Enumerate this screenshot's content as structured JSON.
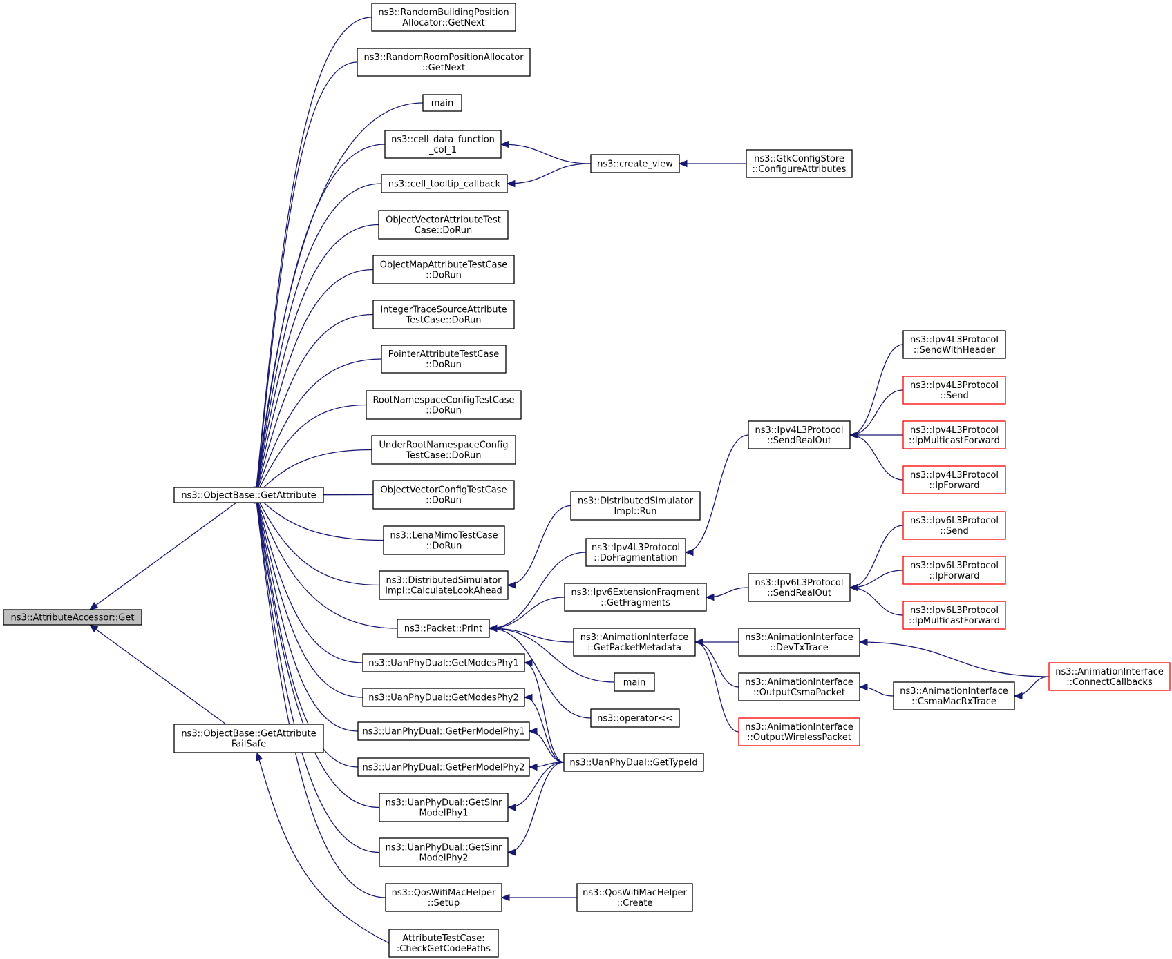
{
  "colors": {
    "edge": "#191970",
    "root_fill": "#bfbfbf",
    "node_border": "#000000",
    "truncated_border": "#ff0000"
  },
  "nodes": [
    {
      "id": "root",
      "lines": [
        "ns3::AttributeAccessor::Get"
      ],
      "style": "root"
    },
    {
      "id": "getattr",
      "lines": [
        "ns3::ObjectBase::GetAttribute"
      ]
    },
    {
      "id": "getattrfs",
      "lines": [
        "ns3::ObjectBase::GetAttribute",
        "FailSafe"
      ]
    },
    {
      "id": "rbpa",
      "lines": [
        "ns3::RandomBuildingPosition",
        "Allocator::GetNext"
      ]
    },
    {
      "id": "rrpa",
      "lines": [
        "ns3::RandomRoomPositionAllocator",
        "::GetNext"
      ]
    },
    {
      "id": "main1",
      "lines": [
        "main"
      ]
    },
    {
      "id": "celldata",
      "lines": [
        "ns3::cell_data_function",
        "_col_1"
      ]
    },
    {
      "id": "celltip",
      "lines": [
        "ns3::cell_tooltip_callback"
      ]
    },
    {
      "id": "createview",
      "lines": [
        "ns3::create_view"
      ]
    },
    {
      "id": "gtk",
      "lines": [
        "ns3::GtkConfigStore",
        "::ConfigureAttributes"
      ]
    },
    {
      "id": "ovat",
      "lines": [
        "ObjectVectorAttributeTest",
        "Case::DoRun"
      ]
    },
    {
      "id": "omat",
      "lines": [
        "ObjectMapAttributeTestCase",
        "::DoRun"
      ]
    },
    {
      "id": "itsat",
      "lines": [
        "IntegerTraceSourceAttribute",
        "TestCase::DoRun"
      ]
    },
    {
      "id": "patc",
      "lines": [
        "PointerAttributeTestCase",
        "::DoRun"
      ]
    },
    {
      "id": "rnct",
      "lines": [
        "RootNamespaceConfigTestCase",
        "::DoRun"
      ]
    },
    {
      "id": "urnc",
      "lines": [
        "UnderRootNamespaceConfig",
        "TestCase::DoRun"
      ]
    },
    {
      "id": "ovct",
      "lines": [
        "ObjectVectorConfigTestCase",
        "::DoRun"
      ]
    },
    {
      "id": "lena",
      "lines": [
        "ns3::LenaMimoTestCase",
        "::DoRun"
      ]
    },
    {
      "id": "dscla",
      "lines": [
        "ns3::DistributedSimulator",
        "Impl::CalculateLookAhead"
      ]
    },
    {
      "id": "dsrun",
      "lines": [
        "ns3::DistributedSimulator",
        "Impl::Run"
      ]
    },
    {
      "id": "print",
      "lines": [
        "ns3::Packet::Print"
      ]
    },
    {
      "id": "gmp1",
      "lines": [
        "ns3::UanPhyDual::GetModesPhy1"
      ]
    },
    {
      "id": "gmp2",
      "lines": [
        "ns3::UanPhyDual::GetModesPhy2"
      ]
    },
    {
      "id": "gpm1",
      "lines": [
        "ns3::UanPhyDual::GetPerModelPhy1"
      ]
    },
    {
      "id": "gpm2",
      "lines": [
        "ns3::UanPhyDual::GetPerModelPhy2"
      ]
    },
    {
      "id": "gsm1",
      "lines": [
        "ns3::UanPhyDual::GetSinr",
        "ModelPhy1"
      ]
    },
    {
      "id": "gsm2",
      "lines": [
        "ns3::UanPhyDual::GetSinr",
        "ModelPhy2"
      ]
    },
    {
      "id": "qossetup",
      "lines": [
        "ns3::QosWifiMacHelper",
        "::Setup"
      ]
    },
    {
      "id": "qoscreate",
      "lines": [
        "ns3::QosWifiMacHelper",
        "::Create"
      ]
    },
    {
      "id": "atc",
      "lines": [
        "AttributeTestCase:",
        ":CheckGetCodePaths"
      ]
    },
    {
      "id": "gettypeid",
      "lines": [
        "ns3::UanPhyDual::GetTypeId"
      ]
    },
    {
      "id": "ipv4frag",
      "lines": [
        "ns3::Ipv4L3Protocol",
        "::DoFragmentation"
      ]
    },
    {
      "id": "ipv6frag",
      "lines": [
        "ns3::Ipv6ExtensionFragment",
        "::GetFragments"
      ]
    },
    {
      "id": "anigpm",
      "lines": [
        "ns3::AnimationInterface",
        "::GetPacketMetadata"
      ]
    },
    {
      "id": "main2",
      "lines": [
        "main"
      ]
    },
    {
      "id": "oplt",
      "lines": [
        "ns3::operator<<"
      ]
    },
    {
      "id": "ipv4sro",
      "lines": [
        "ns3::Ipv4L3Protocol",
        "::SendRealOut"
      ]
    },
    {
      "id": "ipv6sro",
      "lines": [
        "ns3::Ipv6L3Protocol",
        "::SendRealOut"
      ]
    },
    {
      "id": "anidevtx",
      "lines": [
        "ns3::AnimationInterface",
        "::DevTxTrace"
      ]
    },
    {
      "id": "anicsma",
      "lines": [
        "ns3::AnimationInterface",
        "::OutputCsmaPacket"
      ]
    },
    {
      "id": "aniwireless",
      "lines": [
        "ns3::AnimationInterface",
        "::OutputWirelessPacket"
      ],
      "style": "truncated"
    },
    {
      "id": "ipv4swh",
      "lines": [
        "ns3::Ipv4L3Protocol",
        "::SendWithHeader"
      ]
    },
    {
      "id": "ipv4send",
      "lines": [
        "ns3::Ipv4L3Protocol",
        "::Send"
      ],
      "style": "truncated"
    },
    {
      "id": "ipv4mcast",
      "lines": [
        "ns3::Ipv4L3Protocol",
        "::IpMulticastForward"
      ],
      "style": "truncated"
    },
    {
      "id": "ipv4fwd",
      "lines": [
        "ns3::Ipv4L3Protocol",
        "::IpForward"
      ],
      "style": "truncated"
    },
    {
      "id": "ipv6send",
      "lines": [
        "ns3::Ipv6L3Protocol",
        "::Send"
      ],
      "style": "truncated"
    },
    {
      "id": "ipv6fwd",
      "lines": [
        "ns3::Ipv6L3Protocol",
        "::IpForward"
      ],
      "style": "truncated"
    },
    {
      "id": "ipv6mcast",
      "lines": [
        "ns3::Ipv6L3Protocol",
        "::IpMulticastForward"
      ],
      "style": "truncated"
    },
    {
      "id": "anicsmamac",
      "lines": [
        "ns3::AnimationInterface",
        "::CsmaMacRxTrace"
      ]
    },
    {
      "id": "aniconnect",
      "lines": [
        "ns3::AnimationInterface",
        "::ConnectCallbacks"
      ],
      "style": "truncated"
    }
  ],
  "edges": [
    [
      "getattr",
      "root"
    ],
    [
      "getattrfs",
      "root"
    ],
    [
      "rbpa",
      "getattr"
    ],
    [
      "rrpa",
      "getattr"
    ],
    [
      "main1",
      "getattr"
    ],
    [
      "celldata",
      "getattr"
    ],
    [
      "celltip",
      "getattr"
    ],
    [
      "ovat",
      "getattr"
    ],
    [
      "omat",
      "getattr"
    ],
    [
      "itsat",
      "getattr"
    ],
    [
      "patc",
      "getattr"
    ],
    [
      "rnct",
      "getattr"
    ],
    [
      "urnc",
      "getattr"
    ],
    [
      "ovct",
      "getattr"
    ],
    [
      "lena",
      "getattr"
    ],
    [
      "dscla",
      "getattr"
    ],
    [
      "print",
      "getattr"
    ],
    [
      "gmp1",
      "getattr"
    ],
    [
      "gmp2",
      "getattr"
    ],
    [
      "gpm1",
      "getattr"
    ],
    [
      "gpm2",
      "getattr"
    ],
    [
      "gsm1",
      "getattr"
    ],
    [
      "gsm2",
      "getattr"
    ],
    [
      "qossetup",
      "getattr"
    ],
    [
      "atc",
      "getattrfs"
    ],
    [
      "createview",
      "celldata"
    ],
    [
      "createview",
      "celltip"
    ],
    [
      "gtk",
      "createview"
    ],
    [
      "dsrun",
      "dscla"
    ],
    [
      "ipv4frag",
      "print"
    ],
    [
      "ipv6frag",
      "print"
    ],
    [
      "anigpm",
      "print"
    ],
    [
      "main2",
      "print"
    ],
    [
      "oplt",
      "print"
    ],
    [
      "gettypeid",
      "gmp1"
    ],
    [
      "gettypeid",
      "gmp2"
    ],
    [
      "gettypeid",
      "gpm1"
    ],
    [
      "gettypeid",
      "gpm2"
    ],
    [
      "gettypeid",
      "gsm1"
    ],
    [
      "gettypeid",
      "gsm2"
    ],
    [
      "qoscreate",
      "qossetup"
    ],
    [
      "ipv4sro",
      "ipv4frag"
    ],
    [
      "ipv6sro",
      "ipv6frag"
    ],
    [
      "anidevtx",
      "anigpm"
    ],
    [
      "anicsma",
      "anigpm"
    ],
    [
      "aniwireless",
      "anigpm"
    ],
    [
      "ipv4swh",
      "ipv4sro"
    ],
    [
      "ipv4send",
      "ipv4sro"
    ],
    [
      "ipv4mcast",
      "ipv4sro"
    ],
    [
      "ipv4fwd",
      "ipv4sro"
    ],
    [
      "ipv6send",
      "ipv6sro"
    ],
    [
      "ipv6fwd",
      "ipv6sro"
    ],
    [
      "ipv6mcast",
      "ipv6sro"
    ],
    [
      "anicsmamac",
      "anicsma"
    ],
    [
      "aniconnect",
      "anidevtx"
    ],
    [
      "aniconnect",
      "anicsmamac"
    ]
  ]
}
